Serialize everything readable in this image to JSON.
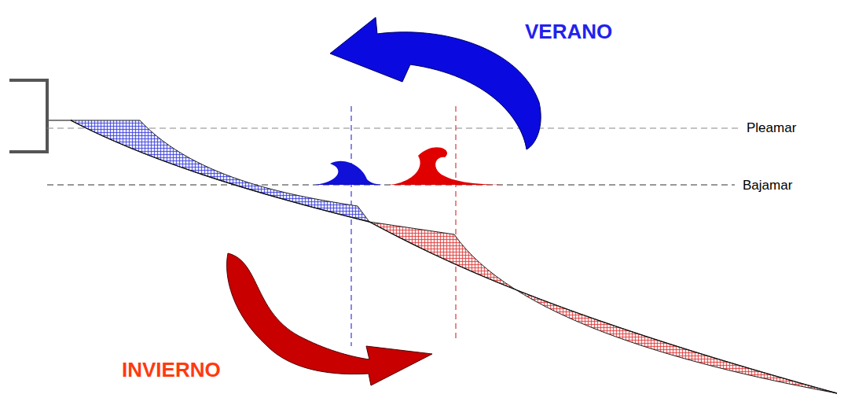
{
  "diagram": {
    "labels": [
      "VERANO",
      "Pleamar",
      "Bajamar",
      "INVIERNO"
    ]
  }
}
